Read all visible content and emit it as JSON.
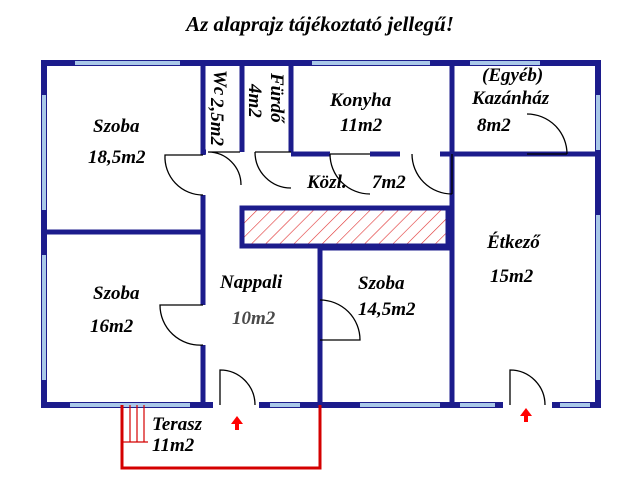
{
  "title": "Az alaprajz tájékoztató jellegű!",
  "rooms": {
    "szoba1": {
      "name": "Szoba",
      "area": "18,5m2"
    },
    "wc": {
      "name": "Wc",
      "area": "2,5m2"
    },
    "furdo": {
      "name": "Fürdő",
      "area": "4m2"
    },
    "konyha": {
      "name": "Konyha",
      "area": "11m2"
    },
    "kazan": {
      "note": "(Egyéb)",
      "name": "Kazánház",
      "area": "8m2"
    },
    "kozl": {
      "name": "Közl.",
      "area": "7m2"
    },
    "etkezo": {
      "name": "Étkező",
      "area": "15m2"
    },
    "szoba2": {
      "name": "Szoba",
      "area": "16m2"
    },
    "nappali": {
      "name": "Nappali",
      "area": "10m2"
    },
    "szoba3": {
      "name": "Szoba",
      "area": "14,5m2"
    },
    "terasz": {
      "name": "Terasz",
      "area": "11m2"
    }
  },
  "colors": {
    "wall": "#1c1c8c",
    "window": "#a9c8e8",
    "chimney": "#e03030",
    "terrace": "#d40000",
    "entrance_arrow": "#ff0000"
  }
}
